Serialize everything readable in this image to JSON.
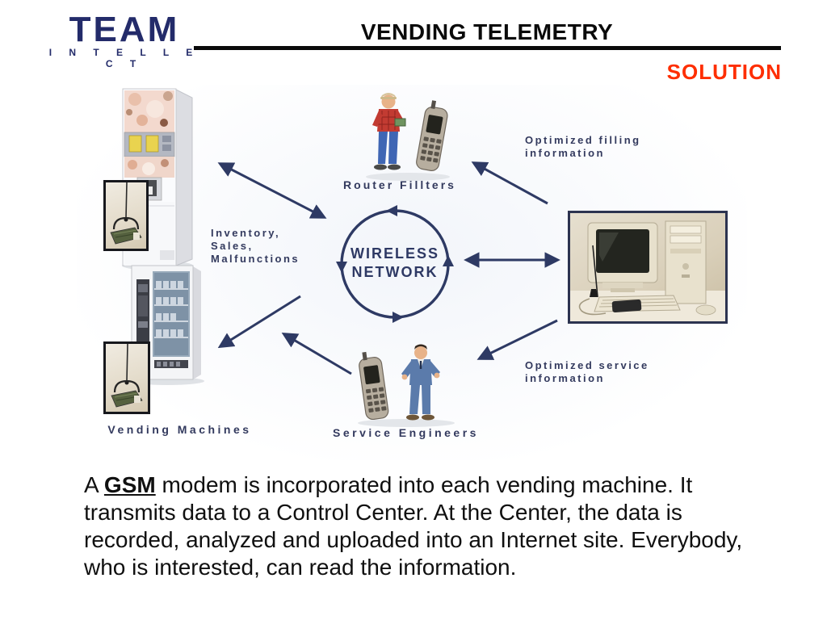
{
  "header": {
    "logo": {
      "team": "TEAM",
      "intellect": "I N T E L L E C T"
    },
    "title": "VENDING TELEMETRY",
    "subtitle": "SOLUTION"
  },
  "diagram": {
    "wireless": {
      "line1": "WIRELESS",
      "line2": "NETWORK"
    },
    "labels": {
      "router_fillters": "Router Fillters",
      "vending_machines": "Vending Machines",
      "service_engineers": "Service Engineers",
      "inventory_lines": [
        "Inventory,",
        "Sales,",
        "Malfunctions"
      ],
      "filling_lines": [
        "Optimized filling",
        "information"
      ],
      "service_lines": [
        "Optimized service",
        "information"
      ]
    }
  },
  "body": {
    "line1_prefix": "A ",
    "gsm": "GSM",
    "line1_rest": " modem is incorporated into each vending machine. It",
    "line2": "transmits data to a Control Center. At the Center, the data is",
    "line3": "recorded, analyzed and uploaded into an Internet site. Everybody,",
    "line4": "who is interested, can read the information."
  },
  "colors": {
    "accent_red": "#fe2e00",
    "label_navy": "#333a5e",
    "arrow_navy": "#2e3a64",
    "logo_navy": "#232b6a"
  }
}
